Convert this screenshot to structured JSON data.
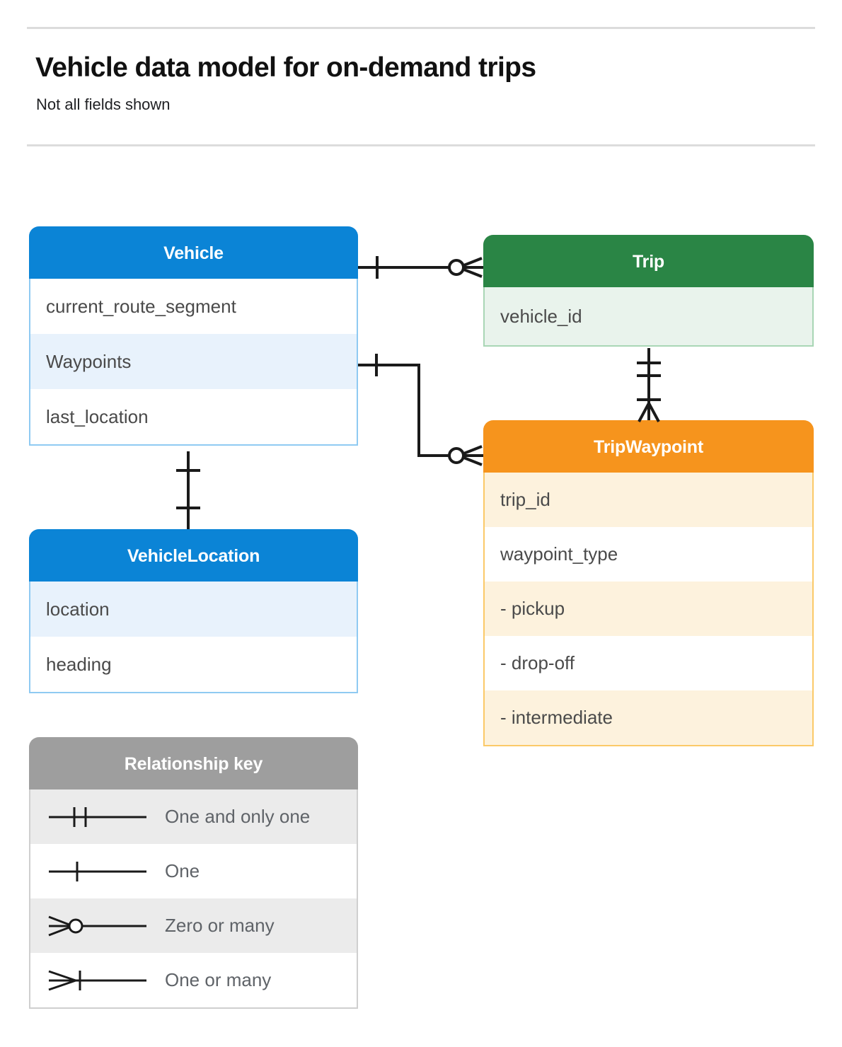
{
  "header": {
    "title": "Vehicle data model for on-demand trips",
    "subtitle": "Not all fields shown"
  },
  "colors": {
    "blue": "#0b84d6",
    "blue_row": "#e8f2fc",
    "blue_border": "#8fcaf2",
    "green": "#2a8545",
    "green_row": "#e9f3ec",
    "green_border": "#a9d6b5",
    "orange": "#f6941d",
    "orange_row": "#fdf2dd",
    "orange_border": "#fbc968",
    "grey": "#9e9e9e",
    "grey_row": "#ebebeb",
    "line": "#000000",
    "rule": "#dcdcdc",
    "field_text": "#4a4a4a"
  },
  "entities": {
    "vehicle": {
      "title": "Vehicle",
      "fields": [
        "current_route_segment",
        "Waypoints",
        "last_location"
      ]
    },
    "vehicle_location": {
      "title": "VehicleLocation",
      "fields": [
        "location",
        "heading"
      ]
    },
    "trip": {
      "title": "Trip",
      "fields": [
        "vehicle_id"
      ]
    },
    "trip_waypoint": {
      "title": "TripWaypoint",
      "fields": [
        "trip_id",
        "waypoint_type",
        "-  pickup",
        "-  drop-off",
        "-  intermediate"
      ]
    }
  },
  "legend": {
    "title": "Relationship key",
    "rows": [
      {
        "symbol": "one-and-only-one-icon",
        "label": "One and only one"
      },
      {
        "symbol": "one-icon",
        "label": "One"
      },
      {
        "symbol": "zero-or-many-icon",
        "label": "Zero or many"
      },
      {
        "symbol": "one-or-many-icon",
        "label": "One or many"
      }
    ]
  },
  "relationships": [
    {
      "from": "Vehicle",
      "to": "Trip",
      "from_cardinality": "One",
      "to_cardinality": "Zero or many"
    },
    {
      "from": "Vehicle.Waypoints",
      "to": "TripWaypoint",
      "from_cardinality": "One",
      "to_cardinality": "Zero or many"
    },
    {
      "from": "Trip",
      "to": "TripWaypoint",
      "from_cardinality": "One and only one",
      "to_cardinality": "One or many"
    },
    {
      "from": "Vehicle",
      "to": "VehicleLocation",
      "from_cardinality": "One",
      "to_cardinality": "One"
    }
  ]
}
